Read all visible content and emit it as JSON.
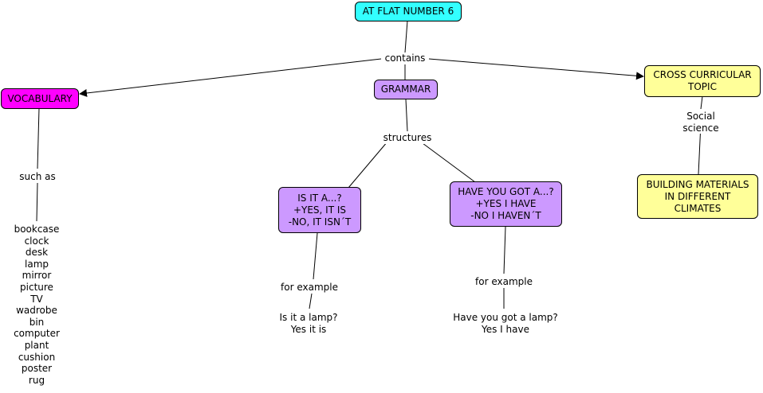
{
  "colors": {
    "root": "#33ffff",
    "vocabulary": "#ff00ff",
    "grammar": "#cc99ff",
    "cross": "#ffff99"
  },
  "nodes": {
    "root": "AT FLAT NUMBER 6",
    "vocabulary": "VOCABULARY",
    "grammar": "GRAMMAR",
    "cross_curricular": "CROSS CURRICULAR\nTOPIC",
    "is_it": "IS IT A...?\n+YES, IT IS\n-NO, IT ISN´T",
    "have_you": "HAVE YOU GOT A...?\n+YES I HAVE\n-NO I HAVEN´T",
    "building": "BUILDING MATERIALS\nIN DIFFERENT\nCLIMATES"
  },
  "links": {
    "contains": "contains",
    "such_as": "such as",
    "structures": "structures",
    "social_science": "Social science",
    "for_example_1": "for example",
    "for_example_2": "for example"
  },
  "leaves": {
    "vocabulary_list": "bookcase\nclock\ndesk\nlamp\nmirror\npicture\nTV\nwadrobe\nbin\ncomputer\nplant\ncushion\nposter\nrug",
    "example_1": "Is it a lamp?\nYes it is",
    "example_2": "Have you got a lamp?\nYes I have"
  }
}
